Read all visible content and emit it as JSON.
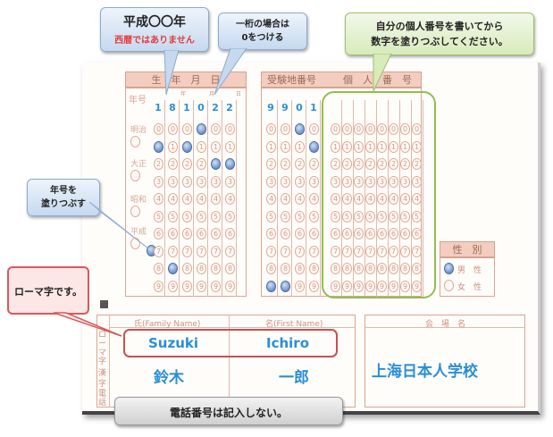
{
  "callouts": {
    "heisei_title": "平成〇〇年",
    "heisei_sub": "西暦ではありません",
    "single_digit_l1": "一桁の場合は",
    "single_digit_l2": "0をつける",
    "id_l1": "自分の個人番号を書いてから",
    "id_l2": "数字を塗りつぶしてください。",
    "era_l1": "年号を",
    "era_l2": "塗りつぶす",
    "romaji": "ローマ字です。",
    "phone": "電話番号は記入しない。"
  },
  "birth": {
    "header": "生　年　月　日",
    "era_label": "年号",
    "digits": [
      "1",
      "8",
      "1",
      "0",
      "2",
      "2"
    ],
    "eras": [
      "明治",
      "大正",
      "昭和",
      "平成"
    ],
    "small_marks": [
      "年",
      "月",
      "日"
    ]
  },
  "exam": {
    "header_code": "受験地番号",
    "header_id": "個　人　番　号",
    "digits": [
      "9",
      "9",
      "0",
      "1"
    ]
  },
  "gender": {
    "header": "性　別",
    "male": "男　性",
    "female": "女　性"
  },
  "name": {
    "family_header": "氏(Family Name)",
    "first_header": "名(First Name)",
    "side_romaji": "ローマ字",
    "side_kanji": "漢字",
    "side_phone": "電話",
    "family_romaji": "Suzuki",
    "first_romaji": "Ichiro",
    "family_kanji": "鈴木",
    "first_kanji": "一郎"
  },
  "venue": {
    "header": "会　場　名",
    "value": "上海日本人学校"
  },
  "bubble_digits": [
    "0",
    "1",
    "2",
    "3",
    "4",
    "5",
    "6",
    "7",
    "8",
    "9"
  ],
  "colors": {
    "accent_blue": "#2a8fd6",
    "salmon": "#f3cdbf",
    "callout_red": "#d65a5a",
    "green_outline": "#8fbf4f"
  }
}
